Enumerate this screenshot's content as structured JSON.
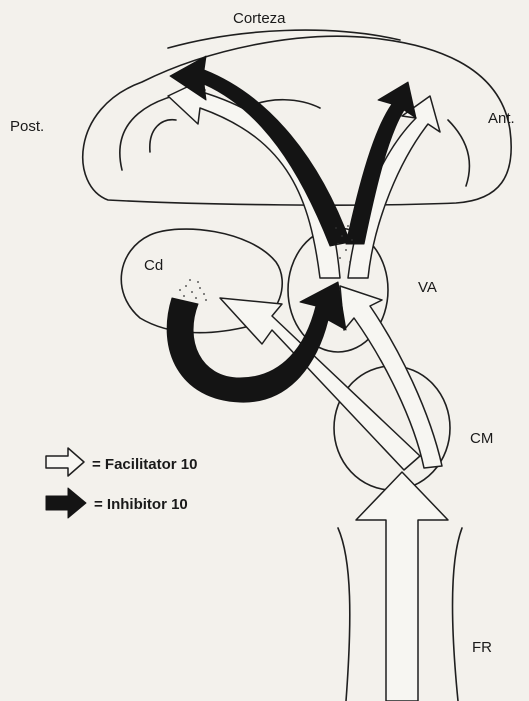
{
  "labels": {
    "cortex": "Corteza",
    "posterior": "Post.",
    "anterior": "Ant.",
    "caudate": "Cd",
    "ventral_anterior": "VA",
    "centromedian": "CM",
    "reticular_formation": "FR"
  },
  "legend": {
    "facilitator": "= Facilitator 10",
    "inhibitor": "= Inhibitor 10"
  },
  "colors": {
    "facilitator_fill": "#f7f6f2",
    "inhibitor_fill": "#141414",
    "outline": "#1f1f1f",
    "background": "#f3f1ec"
  }
}
